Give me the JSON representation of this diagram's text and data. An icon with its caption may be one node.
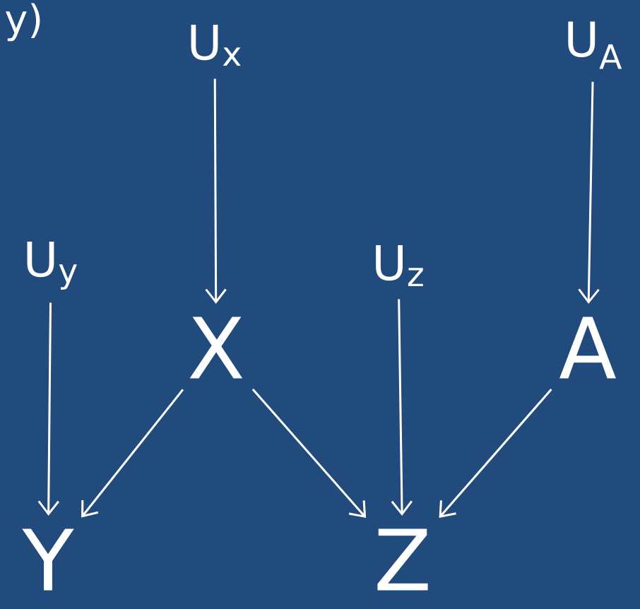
{
  "diagram": {
    "nodes": [
      {
        "text": [
          "U$_{x}$"
        ]
      },
      {
        "text": [
          "U$_{A}$"
        ]
      },
      {
        "text": [
          "U$_{y}$"
        ]
      },
      {
        "text": [
          "X"
        ]
      },
      {
        "text": [
          "U$_{z}$"
        ]
      },
      {
        "text": [
          "A"
        ]
      },
      {
        "text": [
          "Y"
        ]
      },
      {
        "text": [
          "Z"
        ]
      }
    ],
    "edges": [
      {
        "from": 0,
        "to": 3,
        "arrow": "to"
      },
      {
        "from": 1,
        "to": 5,
        "arrow": "to"
      },
      {
        "from": 2,
        "to": 6,
        "arrow": "to"
      },
      {
        "from": 3,
        "to": 6,
        "arrow": "to"
      },
      {
        "from": 3,
        "to": 7,
        "arrow": "to"
      },
      {
        "from": 4,
        "to": 7,
        "arrow": "to"
      },
      {
        "from": 5,
        "to": 7,
        "arrow": "to"
      }
    ],
    "labels": [
      "y)"
    ]
  }
}
